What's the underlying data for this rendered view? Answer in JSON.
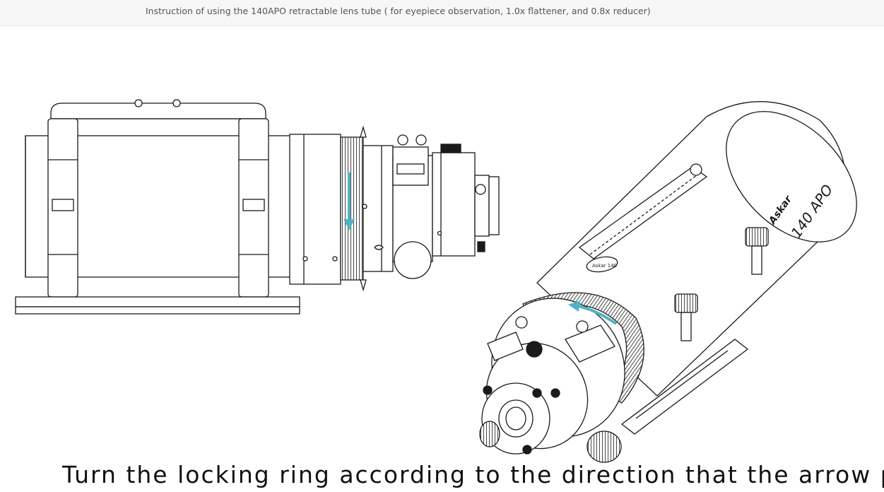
{
  "header": {
    "title": "Instruction of using the 140APO retractable lens tube  ( for eyepiece observation, 1.0x flattener, and 0.8x reducer)"
  },
  "figures": {
    "side_view": {
      "icon": "telescope-side-view-icon",
      "arrow_direction": "down"
    },
    "angled_view": {
      "icon": "telescope-angled-view-icon",
      "arrow_direction": "left",
      "brand_label": "Askar",
      "model_label": "140 APO",
      "badge_label": "Askar 140"
    },
    "arrow_color": "#4fb3c4",
    "line_color": "#1a1a1a"
  },
  "caption": {
    "text": "Turn the locking ring according to the direction that the arrow points"
  }
}
